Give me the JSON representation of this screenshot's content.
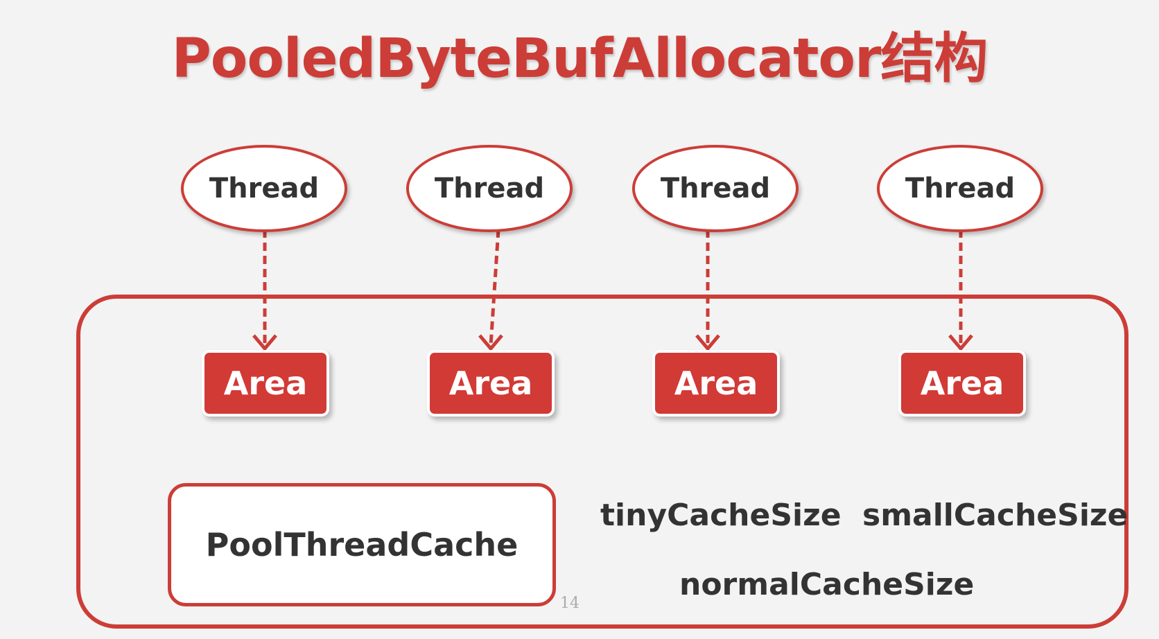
{
  "title": "PooledByteBufAllocator结构",
  "threads": [
    {
      "label": "Thread"
    },
    {
      "label": "Thread"
    },
    {
      "label": "Thread"
    },
    {
      "label": "Thread"
    }
  ],
  "areas": [
    {
      "label": "Area"
    },
    {
      "label": "Area"
    },
    {
      "label": "Area"
    },
    {
      "label": "Area"
    }
  ],
  "pool_thread_cache": {
    "label": "PoolThreadCache"
  },
  "cache_sizes": {
    "tiny": "tinyCacheSize",
    "small": "smallCacheSize",
    "normal": "normalCacheSize"
  },
  "page_number": "14",
  "colors": {
    "accent": "#cc3d37",
    "area_fill": "#d23a36",
    "text": "#333333",
    "background": "#f3f3f3"
  }
}
